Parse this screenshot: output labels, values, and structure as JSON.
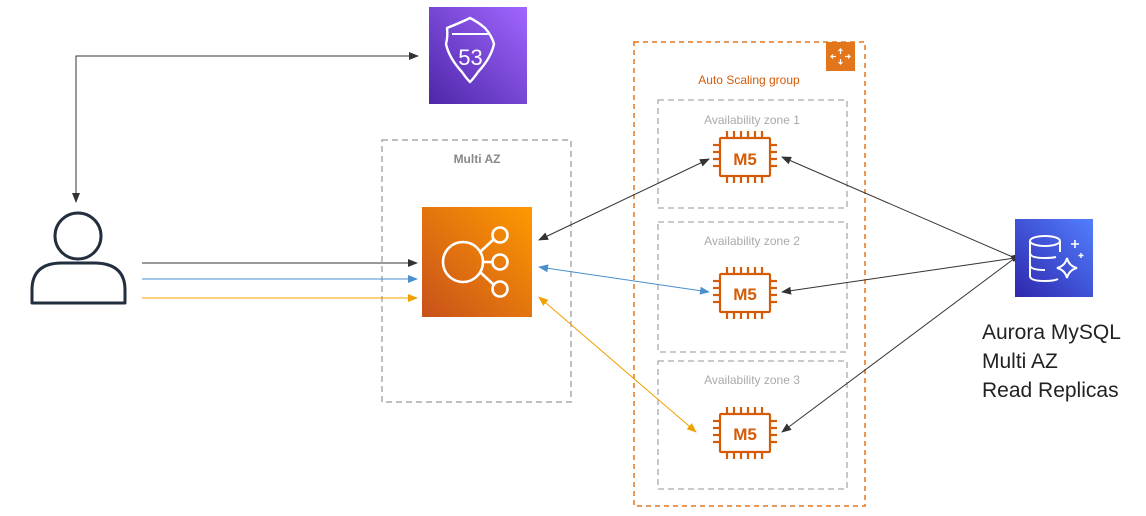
{
  "route53": {
    "number": "53",
    "icon": "route53-shield-icon"
  },
  "multi_az": {
    "label": "Multi AZ"
  },
  "asg": {
    "label": "Auto Scaling group",
    "icon": "auto-scaling-arrows-icon"
  },
  "zones": [
    {
      "label": "Availability zone 1",
      "instance_label": "M5"
    },
    {
      "label": "Availability zone 2",
      "instance_label": "M5"
    },
    {
      "label": "Availability zone 3",
      "instance_label": "M5"
    }
  ],
  "aurora": {
    "icon": "aurora-database-icon",
    "lines": [
      "Aurora MySQL",
      "Multi AZ",
      "Read Replicas"
    ]
  },
  "user": {
    "icon": "user-icon"
  },
  "elb": {
    "icon": "load-balancer-icon"
  },
  "colors": {
    "route53": "#7a3cd6",
    "elb_orange": "#e8760e",
    "ec2_orange": "#d45b07",
    "asg_orange": "#e3761b",
    "aurora_blue": "#3b48cc",
    "zone_gray": "#aaaaaa",
    "line_dark": "#333333",
    "line_blue": "#4a8fce",
    "line_orange": "#f0a000"
  }
}
